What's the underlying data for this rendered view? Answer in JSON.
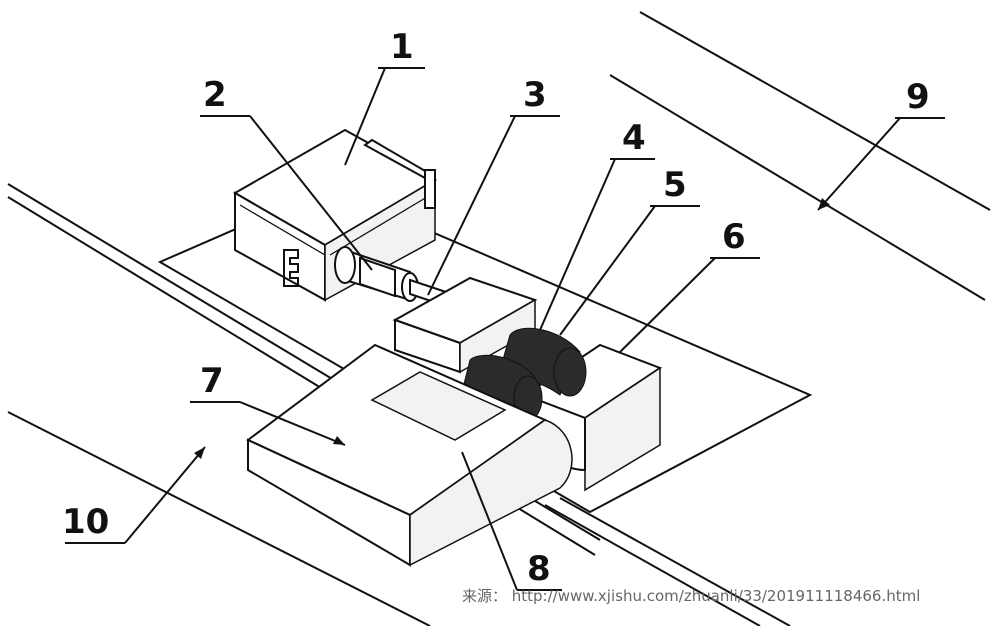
{
  "labels": {
    "l1": "1",
    "l2": "2",
    "l3": "3",
    "l4": "4",
    "l5": "5",
    "l6": "6",
    "l7": "7",
    "l8": "8",
    "l9": "9",
    "l10": "10"
  },
  "source_caption": "来源： http://www.xjishu.com/zhuanli/33/201911118466.html"
}
